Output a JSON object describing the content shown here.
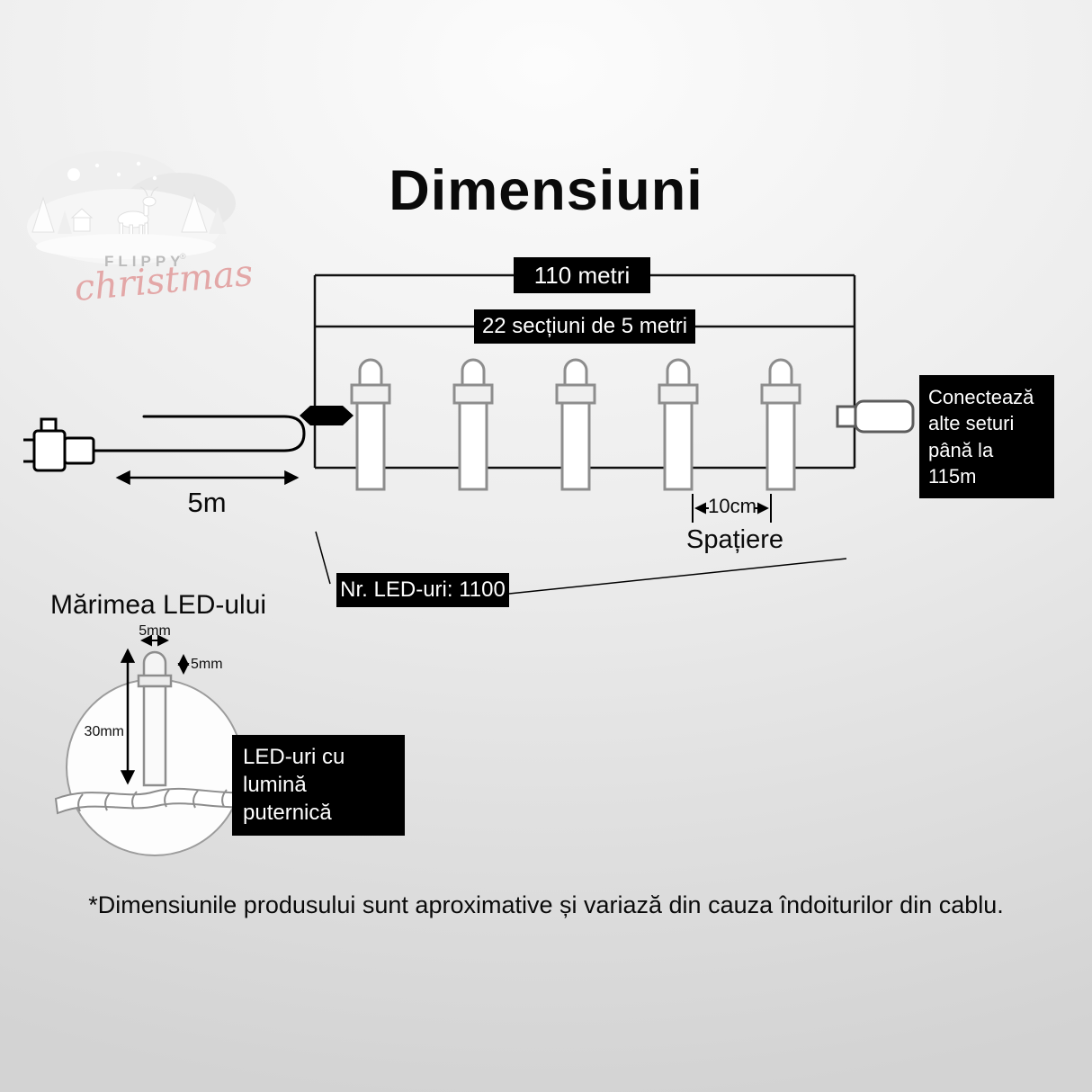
{
  "page": {
    "title": "Dimensiuni",
    "footer_note": "*Dimensiunile produsului sunt aproximative și variază din cauza îndoiturilor din cablu."
  },
  "logo": {
    "brand": "FLIPPY",
    "registered": "®",
    "script": "christmas"
  },
  "diagram": {
    "total_length_label": "110 metri",
    "sections_label": "22 secțiuni de 5 metri",
    "lead_length_label": "5m",
    "spacing_value": "10cm",
    "spacing_label": "Spațiere",
    "led_count_label": "Nr. LED-uri: 1100",
    "connect_note_lines": [
      "Conectează",
      "alte seturi",
      "până la 115m"
    ]
  },
  "led_size": {
    "section_title": "Mărimea LED-ului",
    "width_label": "5mm",
    "tip_label": "5mm",
    "height_label": "30mm",
    "note_lines": [
      "LED-uri cu lumină",
      "puternică"
    ]
  },
  "colors": {
    "label_bg": "#000000",
    "label_text": "#ffffff",
    "line": "#000000",
    "bulb_stroke": "#8d8d8d",
    "script_pink": "#e3a7a7"
  }
}
